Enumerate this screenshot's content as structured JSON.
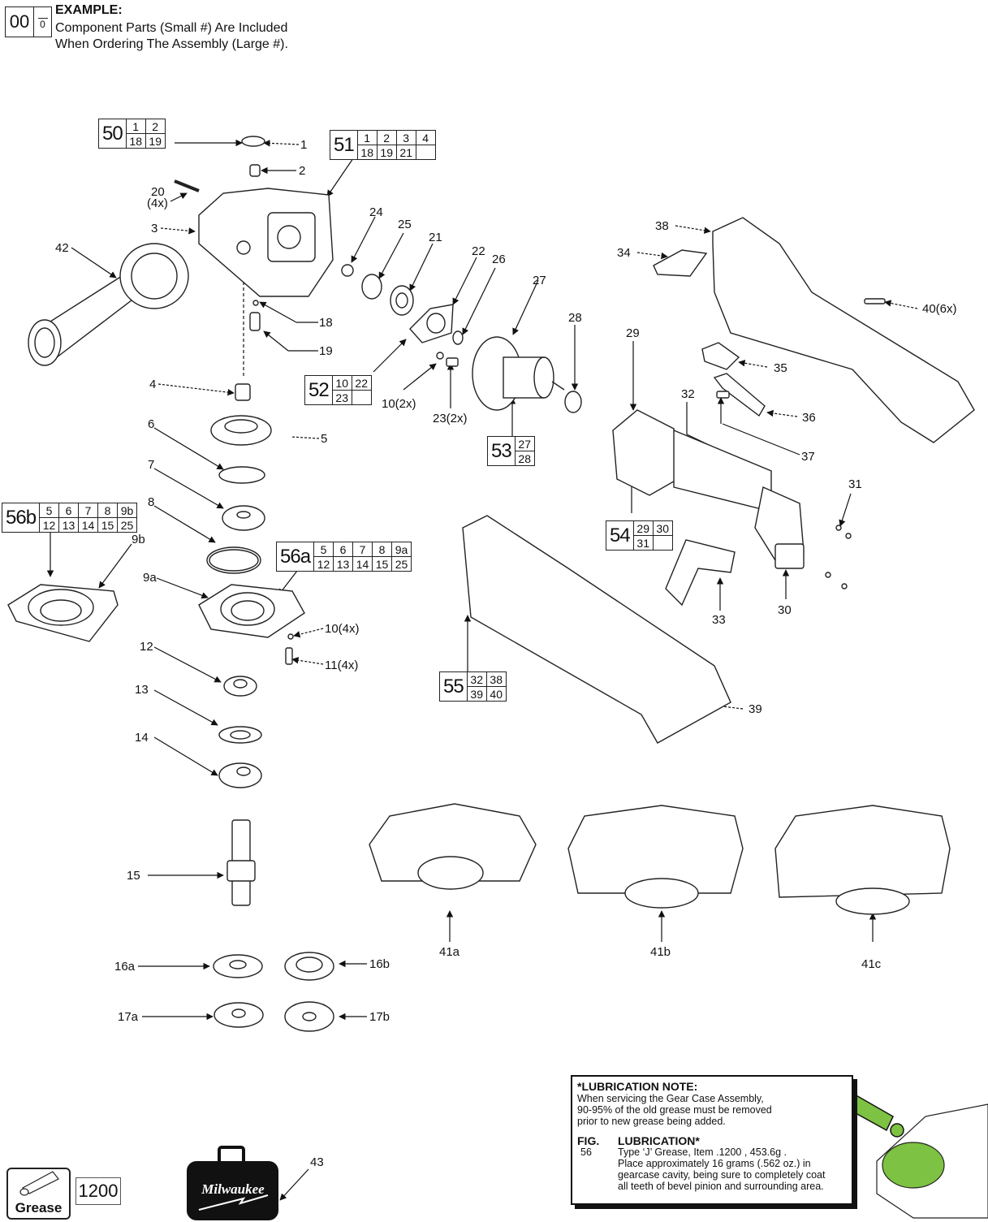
{
  "example": {
    "big_number": "00",
    "small_number": "0",
    "title": "EXAMPLE:",
    "line1": "Component Parts (Small #) Are Included",
    "line2": "When Ordering The Assembly (Large #)."
  },
  "assemblies": {
    "a50": {
      "id": "50",
      "top": [
        "1",
        "2"
      ],
      "bottom": [
        "18",
        "19"
      ]
    },
    "a51": {
      "id": "51",
      "top": [
        "1",
        "2",
        "3",
        "4"
      ],
      "bottom": [
        "18",
        "19",
        "21",
        ""
      ]
    },
    "a52": {
      "id": "52",
      "top": [
        "10",
        "22"
      ],
      "bottom": [
        "23",
        ""
      ]
    },
    "a53": {
      "id": "53",
      "top": [
        "27"
      ],
      "bottom": [
        "28"
      ]
    },
    "a54": {
      "id": "54",
      "top": [
        "29",
        "30"
      ],
      "bottom": [
        "31",
        ""
      ]
    },
    "a55": {
      "id": "55",
      "top": [
        "32",
        "38"
      ],
      "bottom": [
        "39",
        "40"
      ]
    },
    "a56a": {
      "id": "56a",
      "top": [
        "5",
        "6",
        "7",
        "8",
        "9a"
      ],
      "bottom": [
        "12",
        "13",
        "14",
        "15",
        "25"
      ]
    },
    "a56b": {
      "id": "56b",
      "top": [
        "5",
        "6",
        "7",
        "8",
        "9b"
      ],
      "bottom": [
        "12",
        "13",
        "14",
        "15",
        "25"
      ]
    }
  },
  "part_labels": {
    "p1": "1",
    "p2": "2",
    "p3": "3",
    "p4": "4",
    "p5": "5",
    "p6": "6",
    "p7": "7",
    "p8": "8",
    "p9a": "9a",
    "p9b": "9b",
    "p10_4x": "10(4x)",
    "p10_2x": "10(2x)",
    "p11": "11(4x)",
    "p12": "12",
    "p13": "13",
    "p14": "14",
    "p15": "15",
    "p16a": "16a",
    "p16b": "16b",
    "p17a": "17a",
    "p17b": "17b",
    "p18": "18",
    "p19": "19",
    "p20": "20",
    "p20q": "(4x)",
    "p21": "21",
    "p22": "22",
    "p23": "23(2x)",
    "p24": "24",
    "p25": "25",
    "p26": "26",
    "p27": "27",
    "p28": "28",
    "p29": "29",
    "p30": "30",
    "p31": "31",
    "p32": "32",
    "p33": "33",
    "p34": "34",
    "p35": "35",
    "p36": "36",
    "p37": "37",
    "p38": "38",
    "p39": "39",
    "p40": "40(6x)",
    "p41a": "41a",
    "p41b": "41b",
    "p41c": "41c",
    "p42": "42",
    "p43": "43"
  },
  "lubrication": {
    "heading": "*LUBRICATION NOTE:",
    "note_lines": [
      "When servicing the Gear Case Assembly,",
      "90-95% of the old grease must be removed",
      "prior to new grease being added."
    ],
    "fig_label": "FIG.",
    "fig_number": "56",
    "lub_heading": "LUBRICATION*",
    "lub_lines": [
      "Type ‘J’ Grease, Item .1200 , 453.6g .",
      "Place approximately 16 grams (.562 oz.) in",
      "gearcase cavity, being sure to completely coat",
      "all teeth of bevel pinion and surrounding area."
    ]
  },
  "grease_icon": {
    "label": "Grease",
    "item_number": "1200"
  },
  "case": {
    "brand": "Milwaukee"
  },
  "colors": {
    "grease_green": "#7dc242",
    "line": "#111111"
  }
}
